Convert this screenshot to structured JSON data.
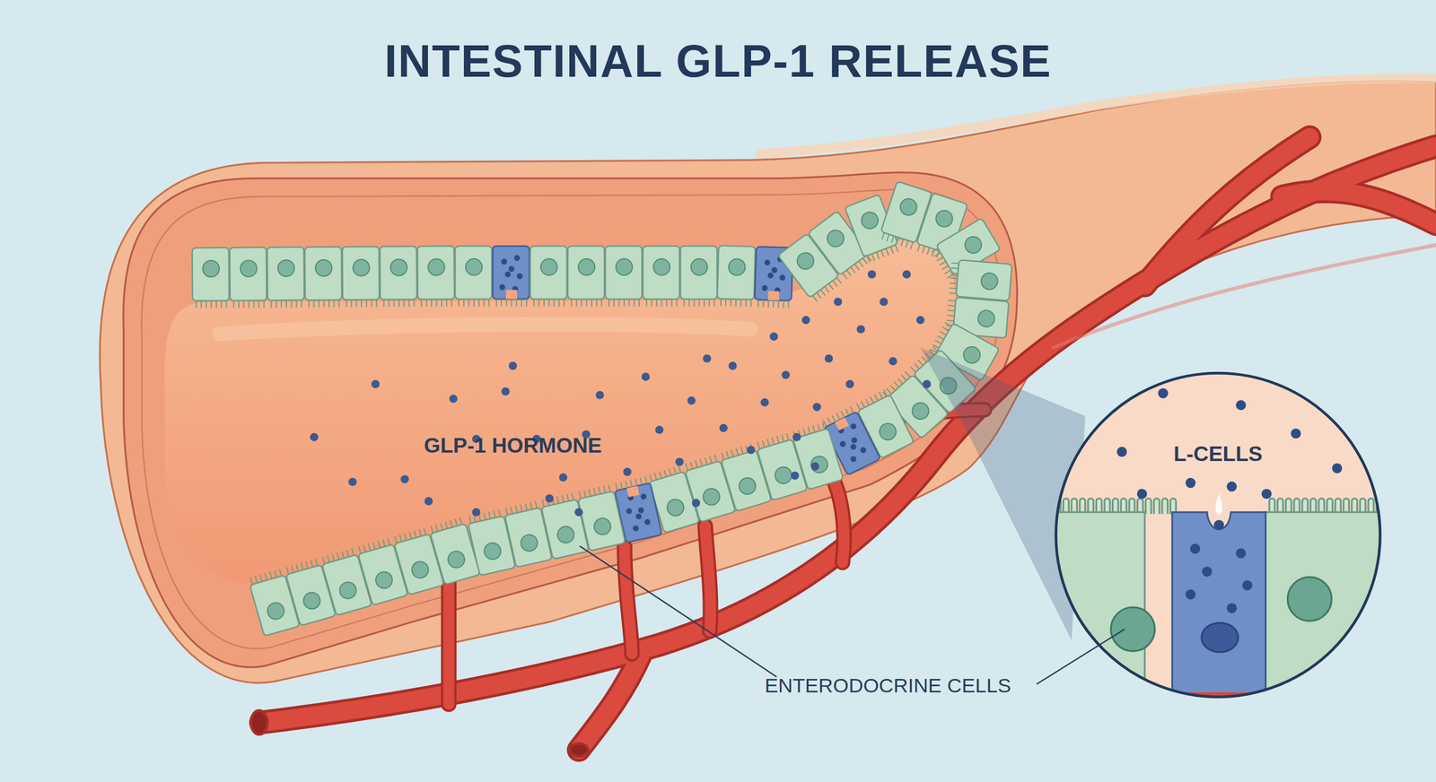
{
  "diagram": {
    "title": "INTESTINAL GLP-1 RELEASE",
    "nodes": [
      {
        "text": [
          "GLP-1 HORMONE"
        ]
      },
      {
        "text": [
          "L-CELLS"
        ]
      }
    ],
    "labels": [
      "ENTERODOCRINE CELLS"
    ]
  }
}
